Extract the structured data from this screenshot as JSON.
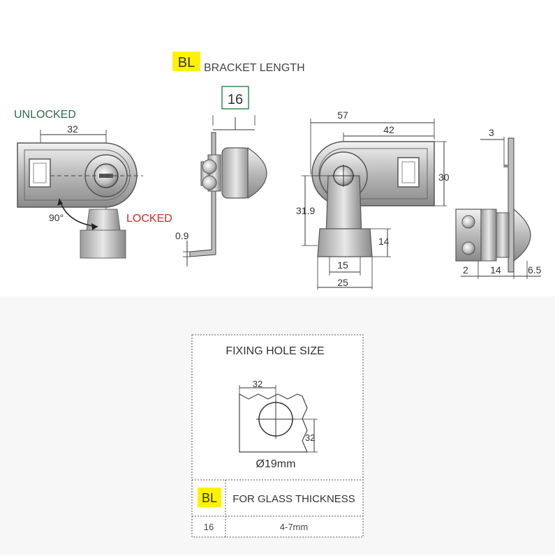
{
  "legend": {
    "badge": "BL",
    "text": "BRACKET LENGTH"
  },
  "bracket_length_value": "16",
  "state_labels": {
    "unlocked": "UNLOCKED",
    "locked": "LOCKED"
  },
  "colors": {
    "unlocked": "#2e6b45",
    "locked": "#d62828",
    "badge": "#fff200",
    "box_border": "#2e8b57",
    "line": "#333333"
  },
  "front_view": {
    "dim_top": "32",
    "angle": "90°"
  },
  "side_view": {
    "dim_thickness": "0.9"
  },
  "rear_view": {
    "dim_overall": "57",
    "dim_inner": "42",
    "dim_height": "30",
    "dim_center": "31.9",
    "dim_base": "14",
    "dim_bottom_inner": "15",
    "dim_bottom_outer": "25"
  },
  "right_view": {
    "dim_top": "3",
    "dim_left": "2",
    "dim_mid": "14",
    "dim_right": "6.5"
  },
  "fixing": {
    "title": "FIXING HOLE SIZE",
    "dim_horizontal": "32",
    "dim_vertical": "32",
    "diameter": "Ø19mm"
  },
  "table": {
    "header_badge": "BL",
    "header_text": "FOR GLASS THICKNESS",
    "row_bl": "16",
    "row_thickness": "4-7mm"
  }
}
